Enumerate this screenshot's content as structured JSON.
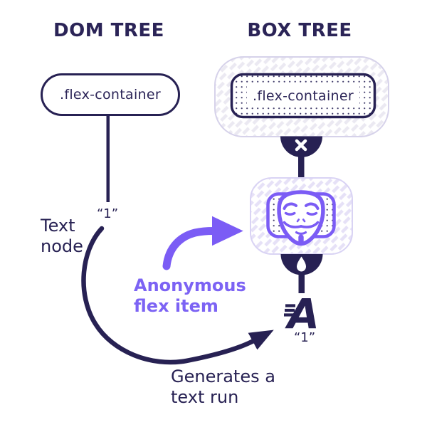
{
  "diagram": {
    "dom_tree": {
      "title": "DOM TREE",
      "node": ".flex-container",
      "text_node_value": "“1”",
      "caption_line1": "Text",
      "caption_line2": "node"
    },
    "box_tree": {
      "title": "BOX TREE",
      "container_box": ".flex-container",
      "text_run_value": "“1”"
    },
    "annotations": {
      "anonymous_line1": "Anonymous",
      "anonymous_line2": "flex item",
      "generates_line1": "Generates a",
      "generates_line2": "text run"
    },
    "icons": {
      "suppressed_box": "cross-icon",
      "suppressed_box_glyph": "✕",
      "text_drop": "drop-icon",
      "anonymous_mask": "anonymous-mask-icon",
      "text_run": "text-run-icon",
      "text_run_glyph": "A"
    },
    "colors": {
      "navy": "#272153",
      "purple": "#7b5cf5",
      "purple_text": "#7c63f4",
      "outer_box_border": "#d6d2ea",
      "middle_box_border": "#d9d3f4",
      "hatch_gray": "#ebe9f2",
      "hatch_lavender": "#e6e1f7",
      "dot": "#45406e"
    }
  }
}
